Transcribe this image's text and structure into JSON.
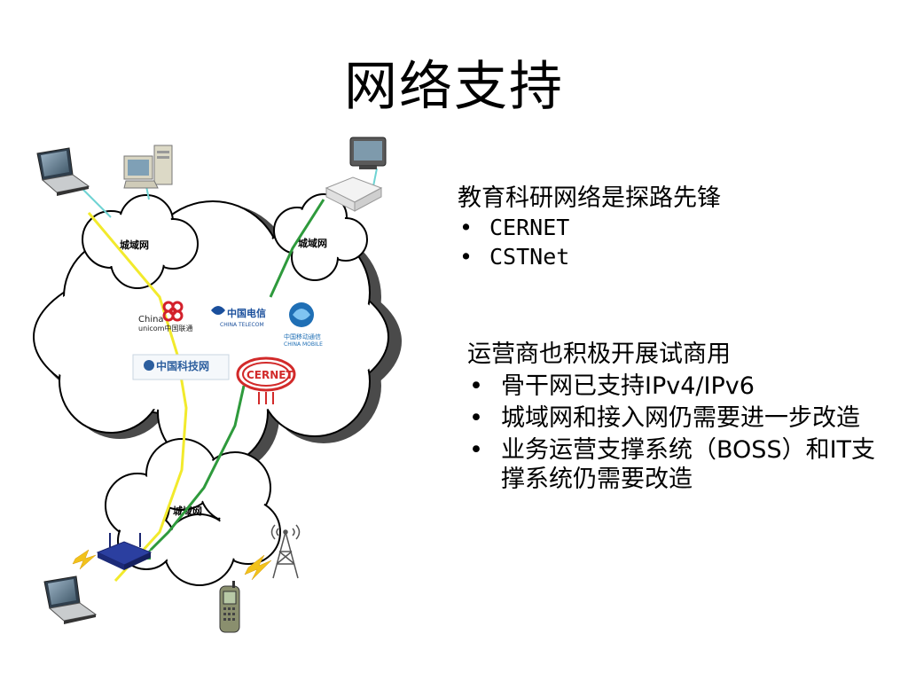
{
  "slide": {
    "title": "网络支持"
  },
  "diagram": {
    "metro_labels": [
      "城域网",
      "城域网",
      "城域网"
    ],
    "logos": {
      "unicom_en_1": "China",
      "unicom_en_2": "unicom中国联通",
      "telecom_cn": "中国电信",
      "telecom_en": "CHINA TELECOM",
      "mobile_cn": "中国移动通信",
      "mobile_en": "CHINA MOBILE",
      "cstnet_cn": "中国科技网",
      "cernet": "CERNET"
    },
    "colors": {
      "yellow_link": "#f2ea2c",
      "green_link": "#2e9a3c",
      "cyan_link": "#6fd3d3",
      "unicom_red": "#d3202b",
      "telecom_blue": "#1a4f9c",
      "mobile_blue": "#1f6fb5",
      "cernet_red": "#d22a2a"
    }
  },
  "block1": {
    "heading": "教育科研网络是探路先锋",
    "items": [
      "CERNET",
      "CSTNet"
    ]
  },
  "block2": {
    "heading": "运营商也积极开展试商用",
    "items": [
      "骨干网已支持IPv4/IPv6",
      "城域网和接入网仍需要进一步改造",
      "业务运营支撑系统（BOSS）和IT支撑系统仍需要改造"
    ]
  }
}
